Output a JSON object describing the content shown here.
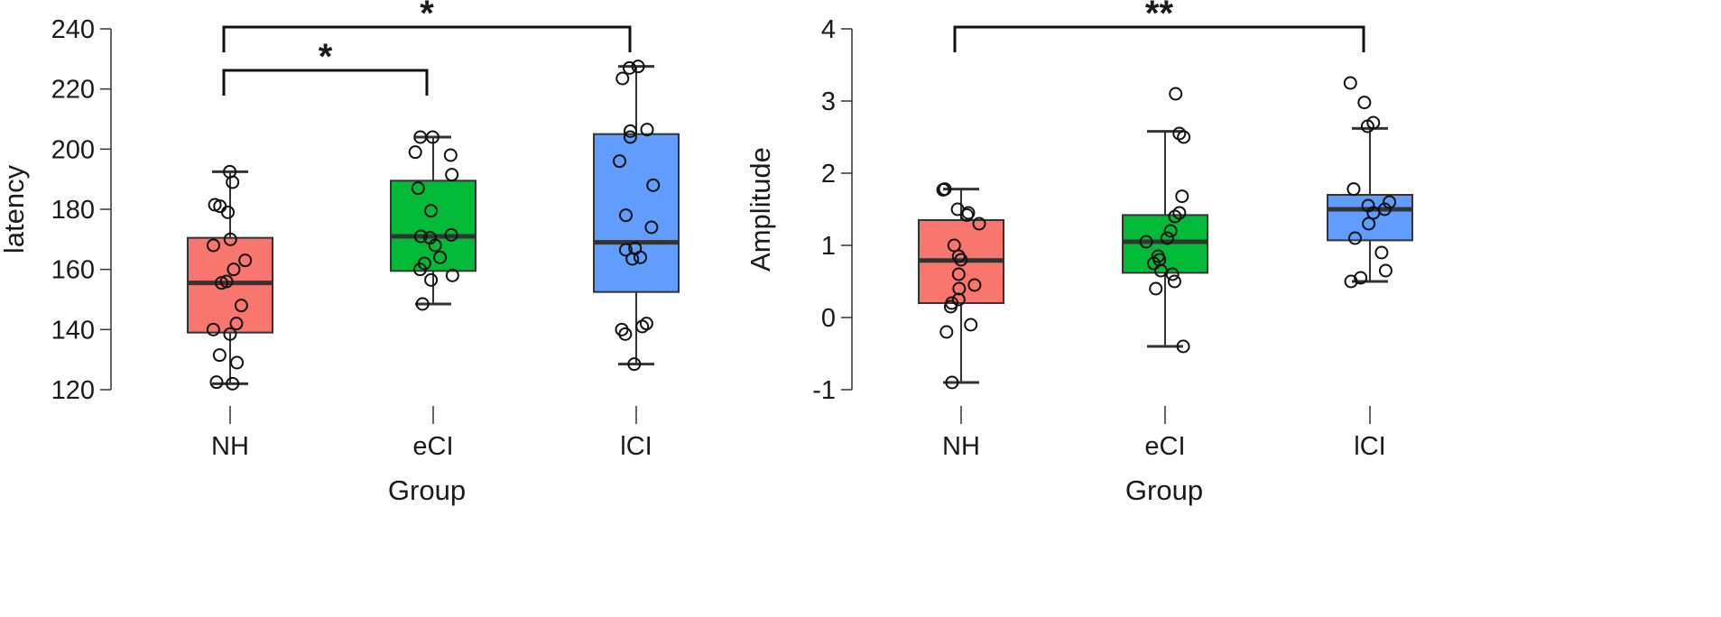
{
  "chart_data": [
    {
      "type": "box",
      "xlabel": "Group",
      "ylabel": "latency",
      "ylim": [
        120,
        240
      ],
      "yticks": [
        120,
        140,
        160,
        180,
        200,
        220,
        240
      ],
      "categories": [
        "NH",
        "eCI",
        "lCI"
      ],
      "colors": [
        "#f8766d",
        "#00ba38",
        "#619cff"
      ],
      "boxes": [
        {
          "group": "NH",
          "whisker_low": 122,
          "q1": 139,
          "median": 155.5,
          "q3": 170.5,
          "whisker_high": 192.5,
          "points": [
            192.5,
            189,
            181.5,
            181,
            179,
            170,
            168,
            163,
            160,
            156,
            155.5,
            148,
            142,
            140,
            138.5,
            131.5,
            129,
            122.5,
            122
          ]
        },
        {
          "group": "eCI",
          "whisker_low": 148.5,
          "q1": 159.5,
          "median": 171,
          "q3": 189.5,
          "whisker_high": 204,
          "points": [
            204,
            204,
            199,
            198,
            191.5,
            187,
            179.5,
            171.5,
            171,
            170.5,
            168,
            164,
            162,
            160,
            158,
            156.5,
            148.5
          ]
        },
        {
          "group": "lCI",
          "whisker_low": 128.5,
          "q1": 152.5,
          "median": 169,
          "q3": 205,
          "whisker_high": 227.5,
          "points": [
            227.5,
            227,
            223.5,
            206.5,
            206,
            204,
            196,
            188,
            178,
            174,
            167,
            166.5,
            164,
            163.5,
            142,
            141,
            140,
            138.5,
            128.5
          ]
        }
      ],
      "significance": [
        {
          "from": "NH",
          "to": "eCI",
          "label": "*"
        },
        {
          "from": "NH",
          "to": "lCI",
          "label": "*"
        }
      ]
    },
    {
      "type": "box",
      "xlabel": "Group",
      "ylabel": "Amplitude",
      "ylim": [
        -1,
        4
      ],
      "yticks": [
        -1,
        0,
        1,
        2,
        3,
        4
      ],
      "categories": [
        "NH",
        "eCI",
        "lCI"
      ],
      "colors": [
        "#f8766d",
        "#00ba38",
        "#619cff"
      ],
      "boxes": [
        {
          "group": "NH",
          "whisker_low": -0.9,
          "q1": 0.2,
          "median": 0.79,
          "q3": 1.35,
          "whisker_high": 1.78,
          "points": [
            1.78,
            1.77,
            1.5,
            1.45,
            1.42,
            1.3,
            1.0,
            0.85,
            0.8,
            0.6,
            0.45,
            0.4,
            0.25,
            0.2,
            0.15,
            -0.1,
            -0.2,
            -0.9
          ]
        },
        {
          "group": "eCI",
          "whisker_low": -0.4,
          "q1": 0.62,
          "median": 1.05,
          "q3": 1.42,
          "whisker_high": 2.58,
          "points": [
            3.1,
            2.55,
            2.5,
            1.68,
            1.45,
            1.4,
            1.2,
            1.1,
            1.05,
            0.85,
            0.8,
            0.75,
            0.65,
            0.6,
            0.5,
            0.4,
            -0.4
          ]
        },
        {
          "group": "lCI",
          "whisker_low": 0.5,
          "q1": 1.07,
          "median": 1.5,
          "q3": 1.7,
          "whisker_high": 2.62,
          "points": [
            3.25,
            2.98,
            2.7,
            2.65,
            1.78,
            1.6,
            1.55,
            1.5,
            1.45,
            1.3,
            1.1,
            0.9,
            0.65,
            0.55,
            0.5
          ]
        }
      ],
      "significance": [
        {
          "from": "NH",
          "to": "lCI",
          "label": "**"
        }
      ]
    }
  ]
}
